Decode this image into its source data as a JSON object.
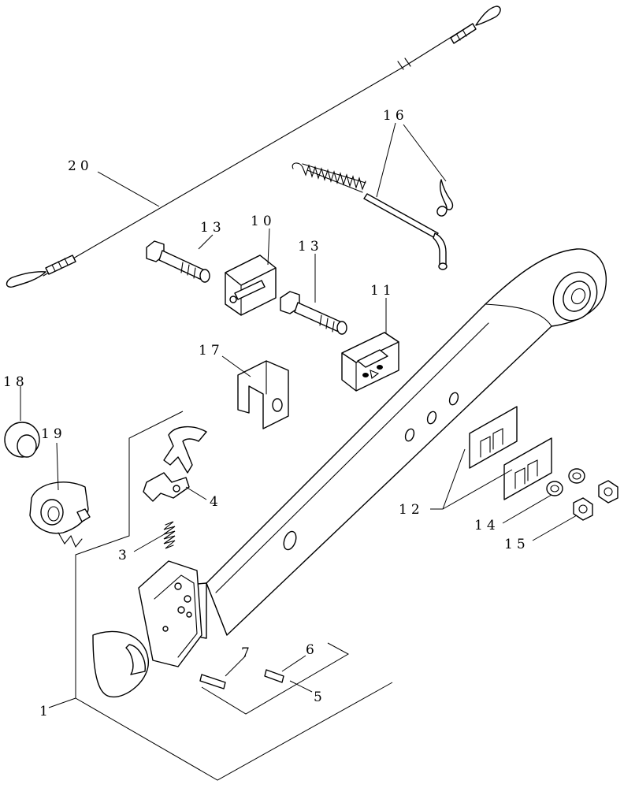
{
  "callouts": {
    "c1": "1",
    "c3": "3",
    "c4": "4",
    "c5": "5",
    "c6": "6",
    "c7": "7",
    "c10": "10",
    "c11": "11",
    "c12": "12",
    "c13a": "13",
    "c13b": "13",
    "c14": "14",
    "c15": "15",
    "c16": "16",
    "c17": "17",
    "c18": "18",
    "c19": "19",
    "c20": "20"
  }
}
